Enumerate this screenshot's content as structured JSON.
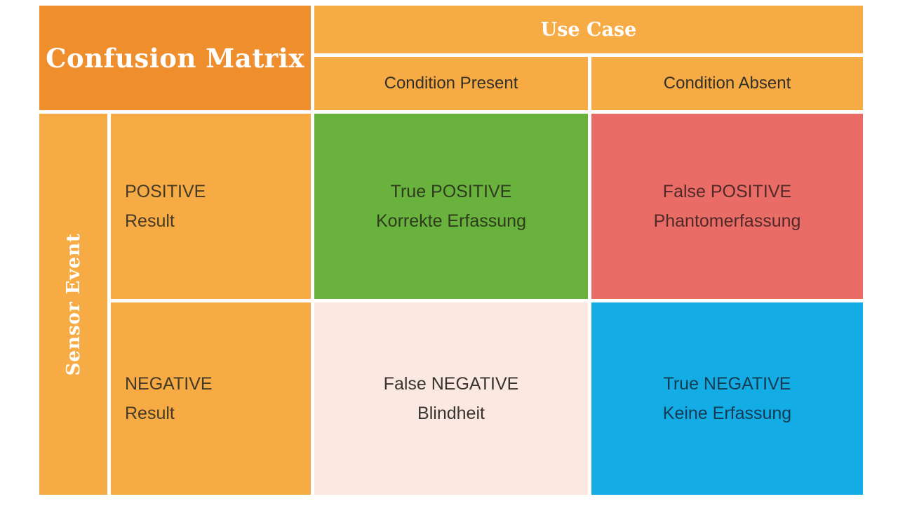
{
  "title": "Confusion Matrix",
  "colors": {
    "dark_orange": "#EF8E2C",
    "light_orange": "#F7AB45",
    "green": "#69B23D",
    "red": "#EA6C67",
    "cream": "#FBE9E1",
    "blue": "#14ACE4",
    "background": "#FFFFFF"
  },
  "header": {
    "corner_label": "Confusion Matrix",
    "column_group_label": "Use Case",
    "columns": {
      "present": "Condition Present",
      "absent": "Condition Absent"
    }
  },
  "rows": {
    "group_label": "Sensor Event",
    "positive": {
      "line1": "POSITIVE",
      "line2": "Result"
    },
    "negative": {
      "line1": "NEGATIVE",
      "line2": "Result"
    }
  },
  "cells": {
    "true_positive": {
      "line1": "True POSITIVE",
      "line2": "Korrekte Erfassung"
    },
    "false_positive": {
      "line1": "False POSITIVE",
      "line2": "Phantomerfassung"
    },
    "false_negative": {
      "line1": "False NEGATIVE",
      "line2": "Blindheit"
    },
    "true_negative": {
      "line1": "True NEGATIVE",
      "line2": "Keine Erfassung"
    }
  }
}
